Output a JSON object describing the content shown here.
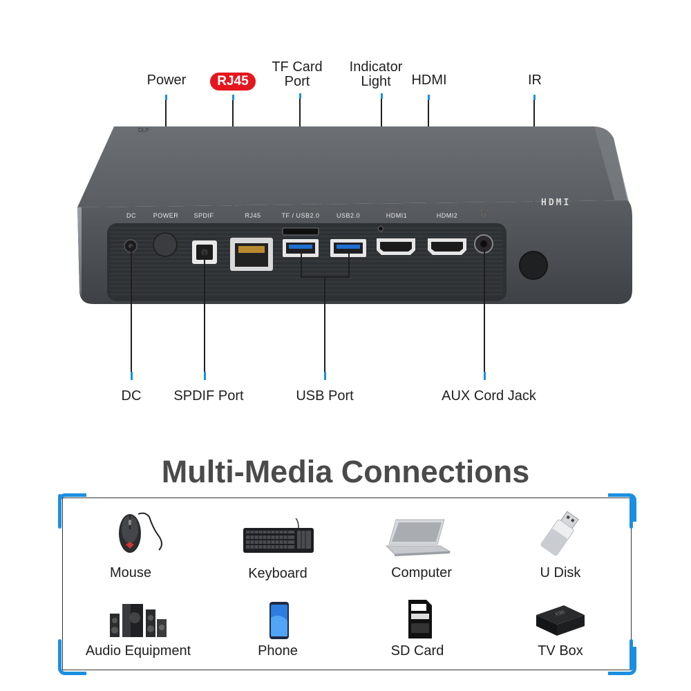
{
  "top_labels": {
    "power": "Power",
    "rj45": "RJ45",
    "tf_card_line1": "TF Card",
    "tf_card_line2": "Port",
    "indicator_line1": "Indicator",
    "indicator_line2": "Light",
    "hdmi": "HDMI",
    "ir": "IR"
  },
  "bottom_labels": {
    "dc": "DC",
    "spdif": "SPDIF Port",
    "usb": "USB Port",
    "aux": "AUX Cord Jack"
  },
  "device_panel": {
    "dc": "DC",
    "power": "POWER",
    "spdif": "SPDIF",
    "rj45": "RJ45",
    "tf_usb": "TF / USB2.0",
    "usb2": "USB2.0",
    "hdmi1": "HDMI1",
    "hdmi2": "HDMI2",
    "headphone": "🎧",
    "hdmi_logo": "HDMI"
  },
  "section_title": "Multi-Media Connections",
  "devices": [
    {
      "label": "Mouse",
      "icon": "mouse-icon"
    },
    {
      "label": "Keyboard",
      "icon": "keyboard-icon"
    },
    {
      "label": "Computer",
      "icon": "laptop-icon"
    },
    {
      "label": "U Disk",
      "icon": "usb-drive-icon"
    },
    {
      "label": "Audio Equipment",
      "icon": "speakers-icon"
    },
    {
      "label": "Phone",
      "icon": "phone-icon"
    },
    {
      "label": "SD Card",
      "icon": "sd-card-icon"
    },
    {
      "label": "TV Box",
      "icon": "tv-box-icon"
    }
  ],
  "colors": {
    "accent": "#1a8fe0",
    "badge": "#e5161d",
    "device_body": "#55585c"
  }
}
